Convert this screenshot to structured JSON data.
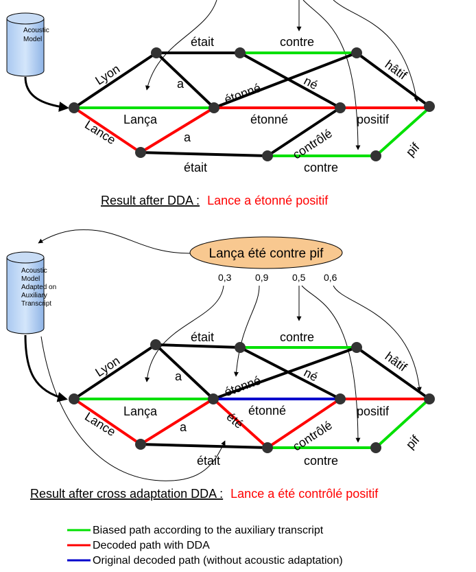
{
  "diagram1": {
    "db_label": [
      "Acoustic",
      "Model"
    ],
    "words": {
      "lyon": "Lyon",
      "etait_top": "était",
      "contre_top": "contre",
      "hatif": "hâtif",
      "a_upper": "a",
      "etonne_diag": "étonné",
      "ne": "né",
      "lanca": "Lança",
      "etonne_mid": "étonné",
      "positif": "positif",
      "lance": "Lance",
      "a_lower": "a",
      "controle": "contrôlé",
      "pif": "pif",
      "etait_bottom": "était",
      "contre_bottom": "contre"
    },
    "result_prefix": "Result after DDA :",
    "result_value": "Lance a étonné positif"
  },
  "diagram2": {
    "db_label": [
      "Acoustic",
      "Model",
      "Adapted on",
      "Auxiliary",
      "Transcript"
    ],
    "transcript": "Lança été contre pif",
    "scores": [
      "0,3",
      "0,9",
      "0,5",
      "0,6"
    ],
    "words": {
      "lyon": "Lyon",
      "etait_top": "était",
      "contre_top": "contre",
      "hatif": "hâtif",
      "a_upper": "a",
      "etonne_diag": "étonné",
      "ne": "né",
      "lanca": "Lança",
      "etonne_mid": "étonné",
      "positif": "positif",
      "lance": "Lance",
      "a_lower": "a",
      "ete": "été",
      "controle": "contrôlé",
      "pif": "pif",
      "etait_bottom": "était",
      "contre_bottom": "contre"
    },
    "result_prefix": "Result after cross adaptation DDA :",
    "result_value": "Lance a été contrôlé positif"
  },
  "legend": [
    {
      "color": "#00e000",
      "label": "Biased path according to the auxiliary transcript"
    },
    {
      "color": "#ff0000",
      "label": "Decoded path with DDA"
    },
    {
      "color": "#0000cc",
      "label": "Original decoded path (without acoustic adaptation)"
    }
  ]
}
